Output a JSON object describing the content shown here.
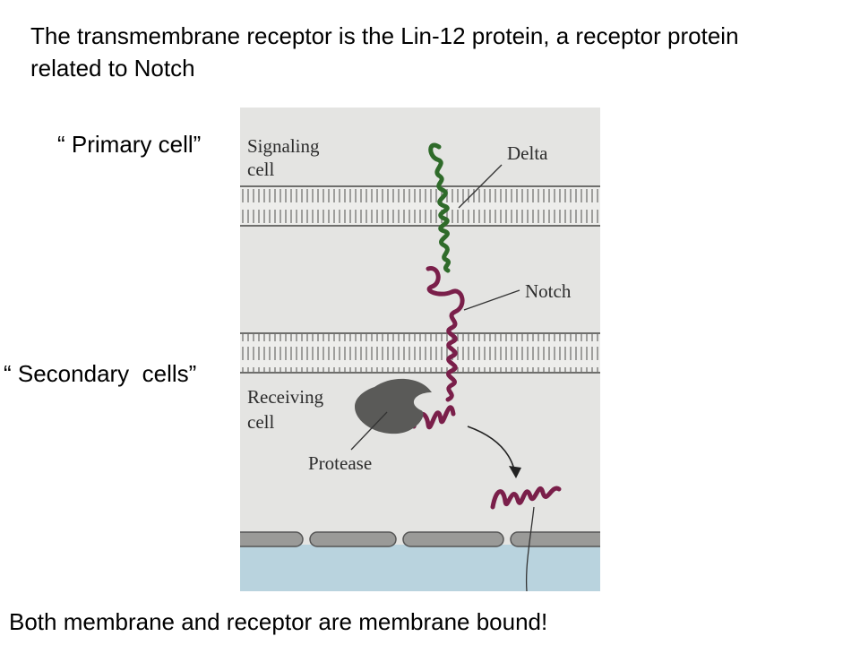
{
  "slide": {
    "title": "The transmembrane receptor is the Lin-12 protein, a receptor protein related to Notch",
    "primary_label": "“ Primary cell”",
    "secondary_label": "“ Secondary  cells”",
    "footer": "Both membrane and receptor are membrane bound!"
  },
  "figure": {
    "signaling_line1": "Signaling",
    "signaling_line2": "cell",
    "delta_label": "Delta",
    "notch_label": "Notch",
    "receiving_line1": "Receiving",
    "receiving_line2": "cell",
    "protease_label": "Protease",
    "colors": {
      "delta": "#2f6b2a",
      "notch": "#7a1f4a",
      "background": "#e4e4e2",
      "nucleus": "#b9d3de",
      "protease": "#5a5a58"
    }
  }
}
